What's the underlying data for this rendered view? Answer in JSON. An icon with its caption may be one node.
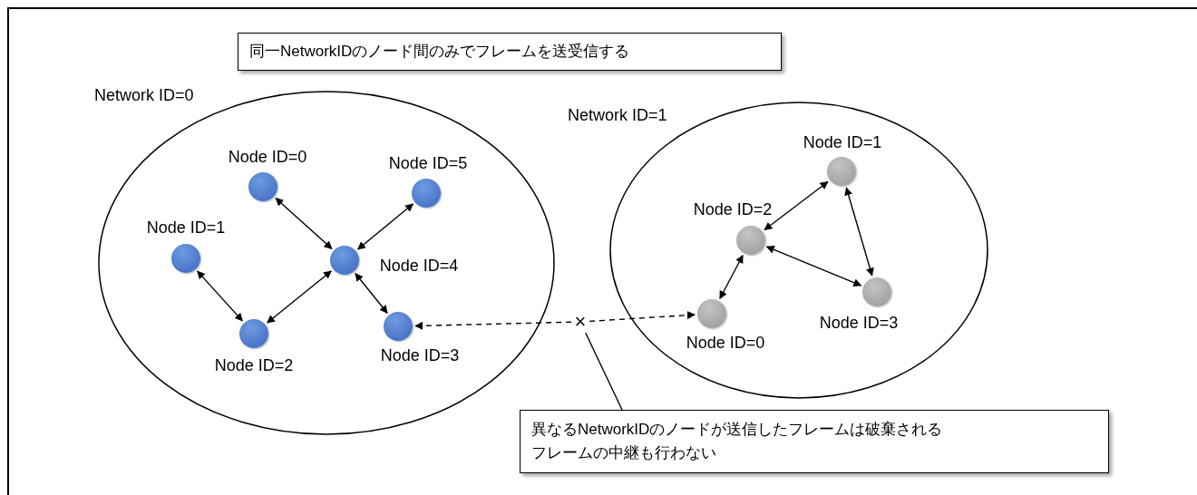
{
  "diagram": {
    "nodes": [
      {
        "text": [
          "同一NetworkIDのノード間のみでフレームを送受信する"
        ]
      },
      {
        "text": [
          "Network ID=0"
        ]
      },
      {
        "text": [
          "Node ID=0"
        ],
        "in": 1
      },
      {
        "text": [
          "Node ID=5"
        ],
        "in": 1
      },
      {
        "text": [
          "Node ID=1"
        ],
        "in": 1
      },
      {
        "text": [
          "Node ID=4"
        ],
        "in": 1
      },
      {
        "text": [
          "Node ID=2"
        ],
        "in": 1
      },
      {
        "text": [
          "Node ID=3"
        ],
        "in": 1
      },
      {
        "text": [
          "Network ID=1"
        ]
      },
      {
        "text": [
          "Node ID=1"
        ],
        "in": 8
      },
      {
        "text": [
          "Node ID=2"
        ],
        "in": 8
      },
      {
        "text": [
          "Node ID=3"
        ],
        "in": 8
      },
      {
        "text": [
          "Node ID=0"
        ],
        "in": 8
      },
      {
        "text": [
          "×"
        ]
      },
      {
        "text": [
          "異なるNetworkIDのノードが送信したフレームは破棄される",
          "フレームの中継も行わない"
        ]
      }
    ],
    "edges": [
      {
        "from": 2,
        "to": 5,
        "arrow": "both"
      },
      {
        "from": 3,
        "to": 5,
        "arrow": "both"
      },
      {
        "from": 4,
        "to": 6,
        "arrow": "both"
      },
      {
        "from": 6,
        "to": 5,
        "arrow": "both"
      },
      {
        "from": 5,
        "to": 7,
        "arrow": "both"
      },
      {
        "from": 9,
        "to": 10,
        "arrow": "both"
      },
      {
        "from": 9,
        "to": 11,
        "arrow": "both"
      },
      {
        "from": 10,
        "to": 11,
        "arrow": "both"
      },
      {
        "from": 10,
        "to": 12,
        "arrow": "both"
      },
      {
        "from": 13,
        "to": 7,
        "arrow": "to",
        "style": "dashed"
      },
      {
        "from": 13,
        "to": 12,
        "arrow": "to",
        "style": "dashed"
      },
      {
        "from": 14,
        "to": 13,
        "arrow": "none"
      }
    ]
  }
}
